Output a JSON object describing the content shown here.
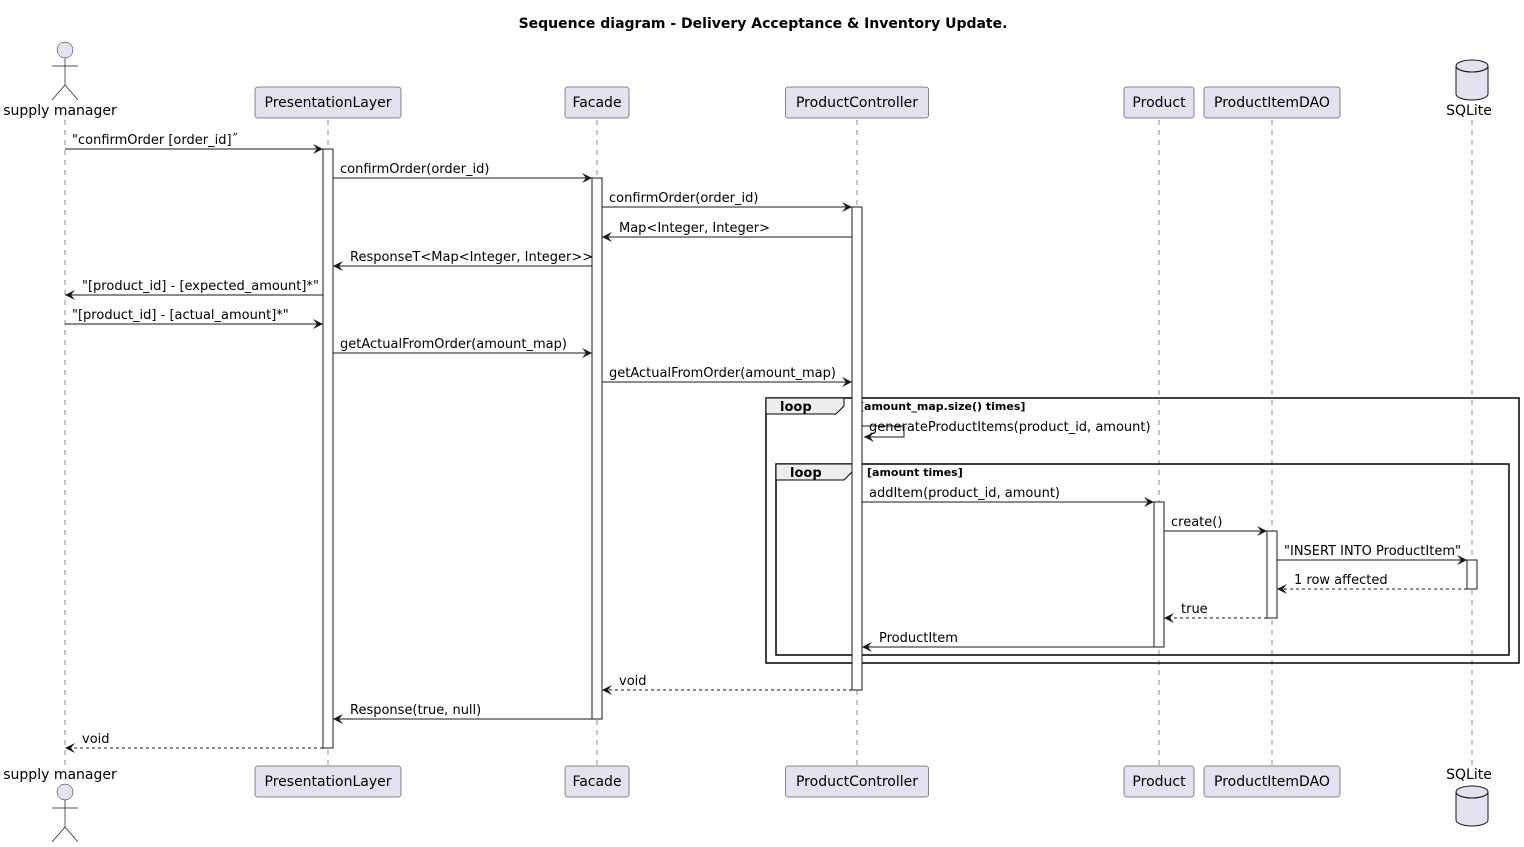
{
  "title": "Sequence diagram - Delivery Acceptance & Inventory Update.",
  "colors": {
    "participant_fill": "#E2E2F0",
    "participant_stroke": "#181818",
    "activation_fill": "#FFFFFF",
    "frame_fill": "#EEEEEE",
    "line": "#181818"
  },
  "participants": [
    {
      "id": "manager",
      "name": "supply manager",
      "kind": "actor",
      "icon": "actor-icon"
    },
    {
      "id": "pl",
      "name": "PresentationLayer",
      "kind": "participant"
    },
    {
      "id": "facade",
      "name": "Facade",
      "kind": "participant"
    },
    {
      "id": "pc",
      "name": "ProductController",
      "kind": "participant"
    },
    {
      "id": "product",
      "name": "Product",
      "kind": "participant"
    },
    {
      "id": "dao",
      "name": "ProductItemDAO",
      "kind": "participant"
    },
    {
      "id": "sqlite",
      "name": "SQLite",
      "kind": "database",
      "icon": "database-icon"
    }
  ],
  "messages": [
    {
      "from": "manager",
      "to": "pl",
      "label": "\"confirmOrder [order_id]˝",
      "style": "solid"
    },
    {
      "from": "pl",
      "to": "facade",
      "label": "confirmOrder(order_id)",
      "style": "solid"
    },
    {
      "from": "facade",
      "to": "pc",
      "label": "confirmOrder(order_id)",
      "style": "solid"
    },
    {
      "from": "pc",
      "to": "facade",
      "label": "Map<Integer, Integer>",
      "style": "solid"
    },
    {
      "from": "facade",
      "to": "pl",
      "label": "ResponseT<Map<Integer, Integer>>",
      "style": "solid"
    },
    {
      "from": "pl",
      "to": "manager",
      "label": "\"[product_id] - [expected_amount]*\"",
      "style": "solid"
    },
    {
      "from": "manager",
      "to": "pl",
      "label": "\"[product_id] - [actual_amount]*\"",
      "style": "solid"
    },
    {
      "from": "pl",
      "to": "facade",
      "label": "getActualFromOrder(amount_map)",
      "style": "solid"
    },
    {
      "from": "facade",
      "to": "pc",
      "label": "getActualFromOrder(amount_map)",
      "style": "solid"
    },
    {
      "from": "pc",
      "to": "pc",
      "label": "generateProductItems(product_id, amount)",
      "style": "self"
    },
    {
      "from": "pc",
      "to": "product",
      "label": "addItem(product_id, amount)",
      "style": "solid"
    },
    {
      "from": "product",
      "to": "dao",
      "label": "create()",
      "style": "solid"
    },
    {
      "from": "dao",
      "to": "sqlite",
      "label": "\"INSERT INTO ProductItem\"",
      "style": "solid"
    },
    {
      "from": "sqlite",
      "to": "dao",
      "label": "1 row affected",
      "style": "dashed"
    },
    {
      "from": "dao",
      "to": "product",
      "label": "true",
      "style": "dashed"
    },
    {
      "from": "product",
      "to": "pc",
      "label": "ProductItem",
      "style": "solid"
    },
    {
      "from": "pc",
      "to": "facade",
      "label": "void",
      "style": "dashed"
    },
    {
      "from": "facade",
      "to": "pl",
      "label": "Response(true, null)",
      "style": "solid"
    },
    {
      "from": "pl",
      "to": "manager",
      "label": "void",
      "style": "dashed"
    }
  ],
  "fragments": [
    {
      "kind": "loop",
      "guard": "[amount_map.size() times]"
    },
    {
      "kind": "loop",
      "guard": "[amount times]"
    }
  ]
}
